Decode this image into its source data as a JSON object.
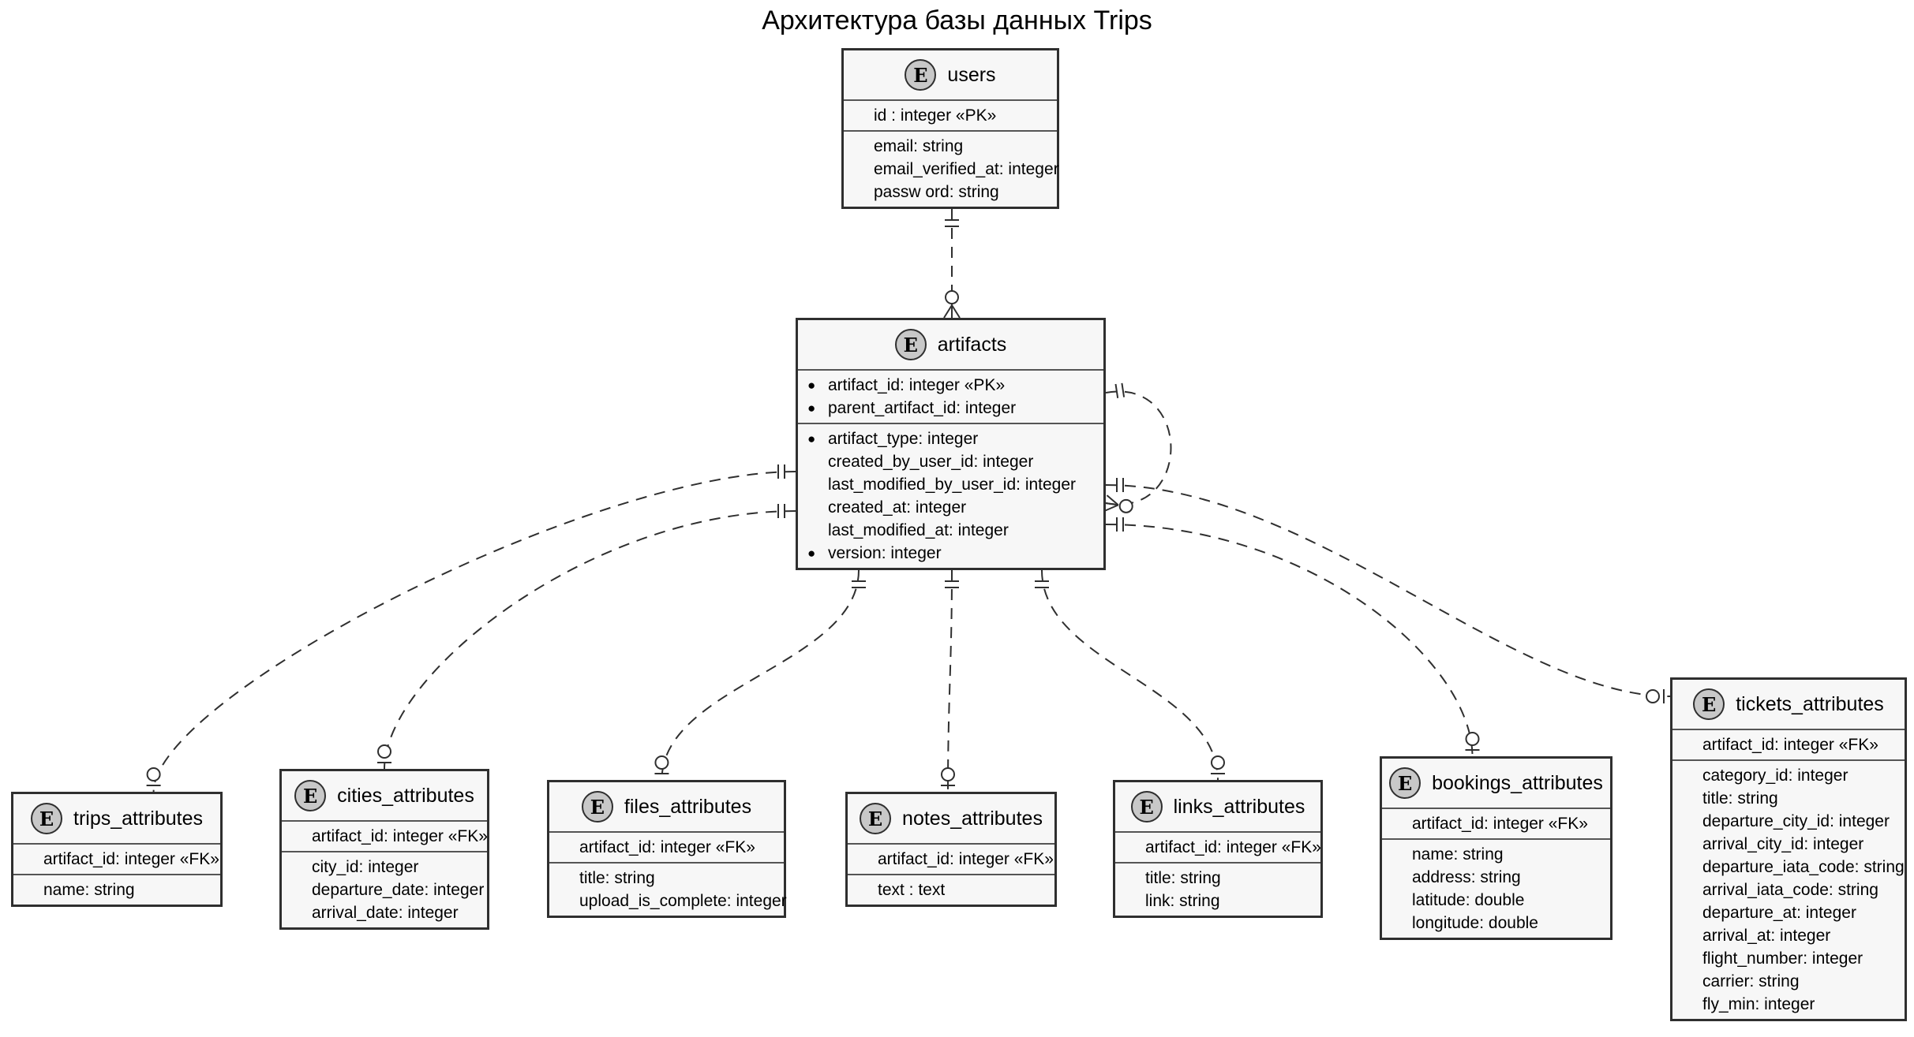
{
  "title": "Архитектура базы данных Trips",
  "badge_letter": "E",
  "colors": {
    "entity_fill": "#f7f7f7",
    "entity_border": "#2f2f2f",
    "badge_fill": "#c8c8c8",
    "edge": "#2f2f2f"
  },
  "entities": {
    "users": {
      "name": "users",
      "keys": [
        {
          "mark": "",
          "text": "id : integer «PK»"
        }
      ],
      "attributes": [
        {
          "mark": "",
          "text": "email: string"
        },
        {
          "mark": "",
          "text": "email_verified_at: integer"
        },
        {
          "mark": "",
          "text": "passw ord: string"
        }
      ]
    },
    "artifacts": {
      "name": "artifacts",
      "keys": [
        {
          "mark": "●",
          "text": "artifact_id: integer «PK»"
        },
        {
          "mark": "●",
          "text": "parent_artifact_id: integer"
        }
      ],
      "attributes": [
        {
          "mark": "●",
          "text": "artifact_type: integer"
        },
        {
          "mark": "",
          "text": "created_by_user_id: integer"
        },
        {
          "mark": "",
          "text": "last_modified_by_user_id: integer"
        },
        {
          "mark": "",
          "text": "created_at: integer"
        },
        {
          "mark": "",
          "text": "last_modified_at: integer"
        },
        {
          "mark": "●",
          "text": "version: integer"
        }
      ]
    },
    "trips_attributes": {
      "name": "trips_attributes",
      "keys": [
        {
          "mark": "",
          "text": "artifact_id: integer «FK»"
        }
      ],
      "attributes": [
        {
          "mark": "",
          "text": "name: string"
        }
      ]
    },
    "cities_attributes": {
      "name": "cities_attributes",
      "keys": [
        {
          "mark": "",
          "text": "artifact_id: integer «FK»"
        }
      ],
      "attributes": [
        {
          "mark": "",
          "text": "city_id: integer"
        },
        {
          "mark": "",
          "text": "departure_date: integer"
        },
        {
          "mark": "",
          "text": "arrival_date: integer"
        }
      ]
    },
    "files_attributes": {
      "name": "files_attributes",
      "keys": [
        {
          "mark": "",
          "text": "artifact_id: integer «FK»"
        }
      ],
      "attributes": [
        {
          "mark": "",
          "text": "title: string"
        },
        {
          "mark": "",
          "text": "upload_is_complete: integer"
        }
      ]
    },
    "notes_attributes": {
      "name": "notes_attributes",
      "keys": [
        {
          "mark": "",
          "text": "artifact_id: integer «FK»"
        }
      ],
      "attributes": [
        {
          "mark": "",
          "text": "text : text"
        }
      ]
    },
    "links_attributes": {
      "name": "links_attributes",
      "keys": [
        {
          "mark": "",
          "text": "artifact_id: integer «FK»"
        }
      ],
      "attributes": [
        {
          "mark": "",
          "text": "title: string"
        },
        {
          "mark": "",
          "text": "link: string"
        }
      ]
    },
    "bookings_attributes": {
      "name": "bookings_attributes",
      "keys": [
        {
          "mark": "",
          "text": "artifact_id: integer «FK»"
        }
      ],
      "attributes": [
        {
          "mark": "",
          "text": "name: string"
        },
        {
          "mark": "",
          "text": "address: string"
        },
        {
          "mark": "",
          "text": "latitude: double"
        },
        {
          "mark": "",
          "text": "longitude: double"
        }
      ]
    },
    "tickets_attributes": {
      "name": "tickets_attributes",
      "keys": [
        {
          "mark": "",
          "text": "artifact_id: integer «FK»"
        }
      ],
      "attributes": [
        {
          "mark": "",
          "text": "category_id: integer"
        },
        {
          "mark": "",
          "text": "title: string"
        },
        {
          "mark": "",
          "text": "departure_city_id: integer"
        },
        {
          "mark": "",
          "text": "arrival_city_id: integer"
        },
        {
          "mark": "",
          "text": "departure_iata_code: string"
        },
        {
          "mark": "",
          "text": "arrival_iata_code: string"
        },
        {
          "mark": "",
          "text": "departure_at: integer"
        },
        {
          "mark": "",
          "text": "arrival_at: integer"
        },
        {
          "mark": "",
          "text": "flight_number: integer"
        },
        {
          "mark": "",
          "text": "carrier: string"
        },
        {
          "mark": "",
          "text": "fly_min: integer"
        }
      ]
    }
  },
  "relationships": [
    {
      "from": "users",
      "to": "artifacts",
      "from_cardinality": "exactly-one",
      "to_cardinality": "zero-or-many"
    },
    {
      "from": "artifacts",
      "to": "artifacts",
      "from_cardinality": "exactly-one",
      "to_cardinality": "zero-or-many"
    },
    {
      "from": "artifacts",
      "to": "trips_attributes",
      "from_cardinality": "exactly-one",
      "to_cardinality": "zero-or-one"
    },
    {
      "from": "artifacts",
      "to": "cities_attributes",
      "from_cardinality": "exactly-one",
      "to_cardinality": "zero-or-one"
    },
    {
      "from": "artifacts",
      "to": "files_attributes",
      "from_cardinality": "exactly-one",
      "to_cardinality": "zero-or-one"
    },
    {
      "from": "artifacts",
      "to": "notes_attributes",
      "from_cardinality": "exactly-one",
      "to_cardinality": "zero-or-one"
    },
    {
      "from": "artifacts",
      "to": "links_attributes",
      "from_cardinality": "exactly-one",
      "to_cardinality": "zero-or-one"
    },
    {
      "from": "artifacts",
      "to": "bookings_attributes",
      "from_cardinality": "exactly-one",
      "to_cardinality": "zero-or-one"
    },
    {
      "from": "artifacts",
      "to": "tickets_attributes",
      "from_cardinality": "exactly-one",
      "to_cardinality": "zero-or-one"
    }
  ]
}
